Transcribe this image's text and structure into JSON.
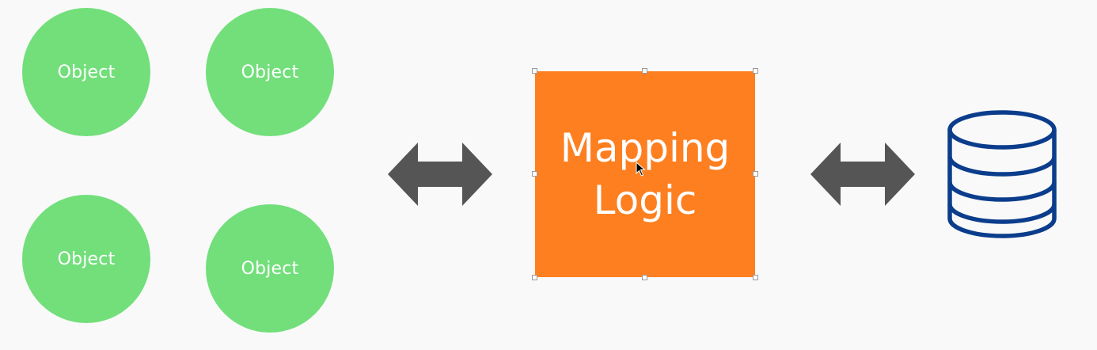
{
  "objects": [
    {
      "label": "Object"
    },
    {
      "label": "Object"
    },
    {
      "label": "Object"
    },
    {
      "label": "Object"
    }
  ],
  "mapping": {
    "line1": "Mapping",
    "line2": "Logic"
  },
  "icons": {
    "left_arrow": "double-arrow-icon",
    "right_arrow": "double-arrow-icon",
    "database": "database-icon",
    "cursor": "mouse-cursor-icon"
  },
  "colors": {
    "object_fill": "#72df7b",
    "mapping_fill": "#fd7f20",
    "arrow_fill": "#555555",
    "database_stroke": "#0b3d8c",
    "background": "#f9f9f9"
  }
}
